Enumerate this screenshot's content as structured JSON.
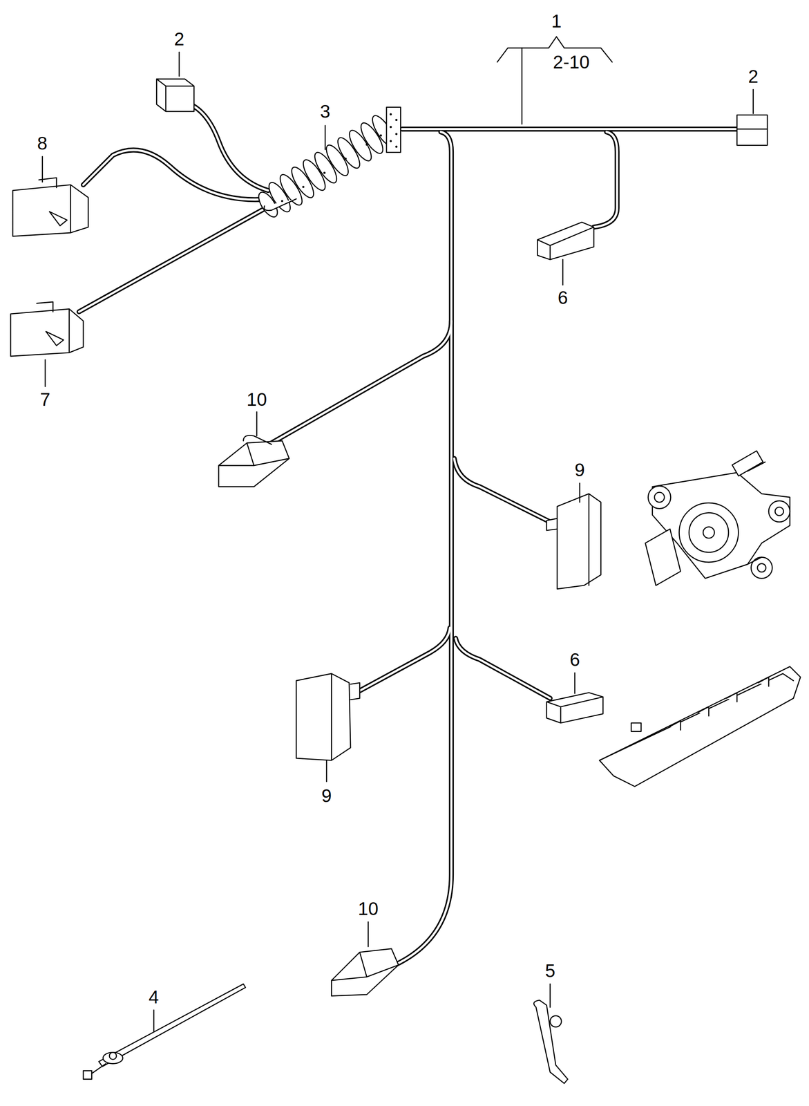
{
  "diagram": {
    "labels": [
      "1",
      "2-10",
      "2",
      "2",
      "3",
      "8",
      "6",
      "7",
      "10",
      "9",
      "6",
      "9",
      "10",
      "4",
      "5"
    ]
  }
}
